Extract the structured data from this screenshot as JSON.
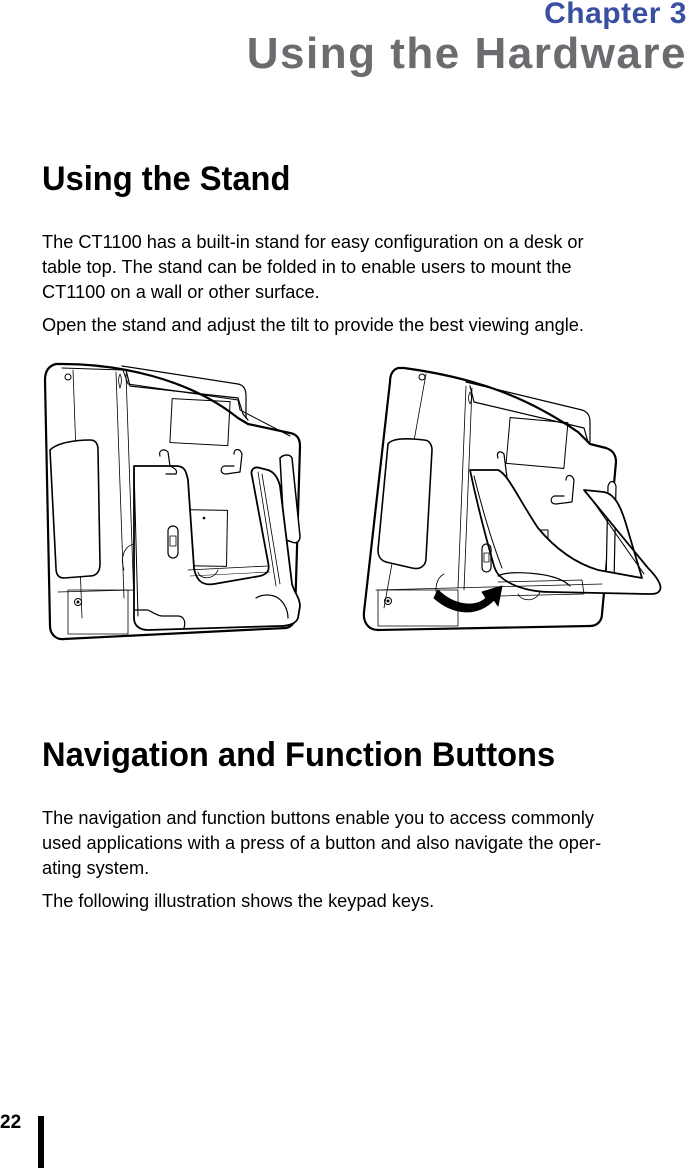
{
  "header": {
    "chapter_label": "Chapter 3",
    "chapter_title": "Using the Hardware",
    "chapter_label_color": "#3b4fa0",
    "chapter_title_color": "#6b6c70"
  },
  "sections": [
    {
      "heading": "Using the Stand",
      "paragraphs": [
        {
          "lines": [
            "The CT1100 has a built-in stand for easy configuration on a desk or",
            "table top. The stand can be folded in to enable users to mount the",
            "CT1100 on a wall or other surface."
          ]
        },
        {
          "lines": [
            "Open the stand and adjust the tilt to provide the best viewing angle."
          ]
        }
      ],
      "figures": [
        {
          "description": "Rear view of CT1100 with stand folded in"
        },
        {
          "description": "Rear view of CT1100 with stand opened, arrow showing tilt direction"
        }
      ]
    },
    {
      "heading": "Navigation and Function Buttons",
      "paragraphs": [
        {
          "lines": [
            "The navigation and function buttons enable you to access commonly",
            "used applications with a press of a button and also navigate the oper-",
            "ating system."
          ]
        },
        {
          "lines": [
            "The following illustration shows the keypad keys."
          ]
        }
      ]
    }
  ],
  "footer": {
    "page_number": "22"
  }
}
